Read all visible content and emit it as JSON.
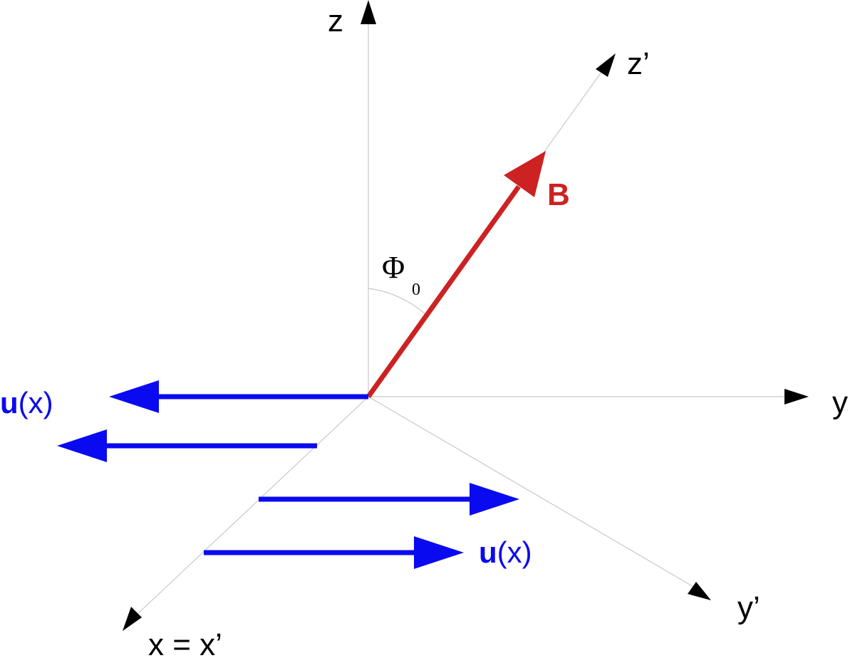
{
  "axes": {
    "z": "z",
    "z_prime": "z’",
    "y": "y",
    "y_prime": "y’",
    "x": "x = x’"
  },
  "angle": {
    "symbol": "Φ",
    "subscript": "0"
  },
  "field": {
    "label": "B",
    "color": "#cc2222"
  },
  "flow": {
    "color": "#0a0af0",
    "label_top": {
      "bold": "u",
      "rest": "(x)"
    },
    "label_bottom": {
      "bold": "u",
      "rest": "(x)"
    }
  }
}
